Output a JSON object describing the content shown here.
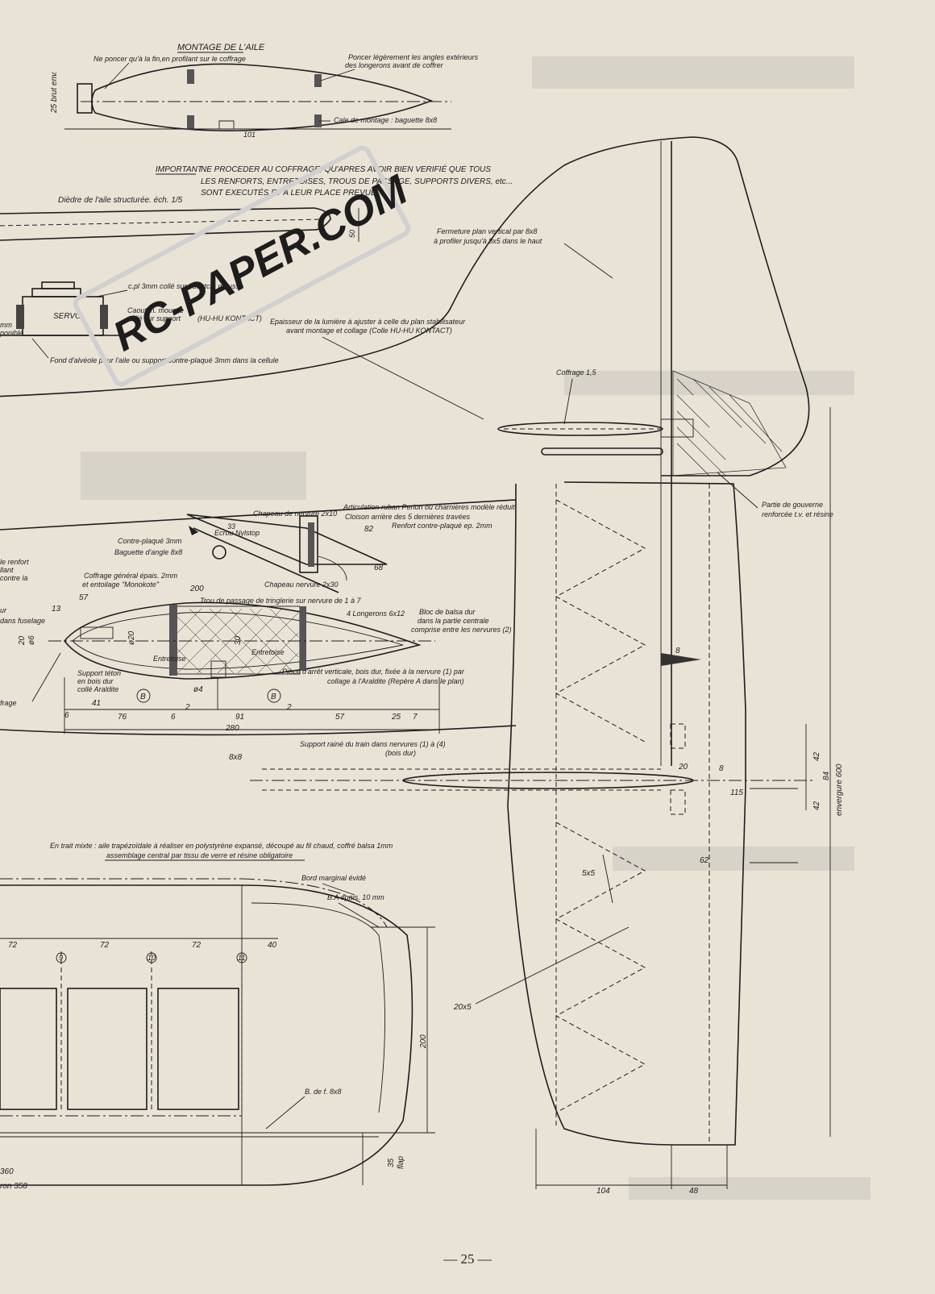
{
  "page_number": "— 25 —",
  "watermark": "RC-PAPER.COM",
  "wing_assembly": {
    "title": "MONTAGE DE L'AILE",
    "note_sanding": "Ne poncer qu'à la fin,en profilant sur le coffrage",
    "note_spar_edges": "Poncer légèrement les angles extérieurs",
    "note_spar_edges_2": "des longerons avant de coffrer",
    "dim_thickness": "25 brut env.",
    "dim_101": "101",
    "note_jig": "Cale de montage : baguette 8x8"
  },
  "important": {
    "label": "IMPORTANT",
    "line1": "NE PROCEDER AU COFFRAGE, QU'APRES AVOIR BIEN VERIFIÉ QUE TOUS",
    "line2": "LES RENFORTS, ENTRETOISES, TROUS DE PASSAGE, SUPPORTS DIVERS, etc...",
    "line3": "SONT EXECUTÉS ET A LEUR PLACE PREVUE"
  },
  "dihedral": {
    "label": "Dièdre de l'aile structurée. éch. 1/5",
    "dim": "50"
  },
  "servo_detail": {
    "plywood": "c.pl 3mm collé sur caoutch. mousse",
    "servo": "SERVO",
    "rubber": "Caoutch. mousse",
    "rubber_2": "collé sur support",
    "glue": "(HU-HU KONTACT)",
    "left_1": "mm",
    "left_2": "ponible",
    "bay": "Fond d'alvéole pour l'aile ou support contre-plaqué 3mm dans la cellule"
  },
  "fin_notes": {
    "closure": "Fermeture plan vertical par 8x8",
    "closure_2": "à profiler jusqu'à 8x5 dans le haut",
    "slot": "Epaisseur de la lumière à ajuster à celle du plan stabilisateur",
    "slot_2": "avant montage et collage (Colle HU-HU KONTACT)",
    "sheeting": "Coffrage 1,5",
    "control_surface": "Partie de gouverne",
    "control_surface_2": "renforcée t.v. et résine"
  },
  "rib_section": {
    "rib_cap": "Chapeau de nervure 2x10",
    "hinge": "Articulation ruban Perlon ou charnières modèle réduit",
    "rear_bulkhead": "Cloison arrière des 5 dernières travées",
    "ply_reinforce": "Renfort contre-plaqué ep. 2mm",
    "ply_3mm": "Contre-plaqué 3mm",
    "nylstop": "Ecrou Nylstop",
    "angle_strip": "Baguette d'angle 8x8",
    "sheeting": "Coffrage général épais. 2mm",
    "sheeting_2": "et entoilage \"Monokote\"",
    "rib_cap_2": "Chapeau nervure 2x30",
    "pushrod": "Trou de passage de tringlerie sur nervure de 1 à 7",
    "spars": "4 Longerons 6x12",
    "balsa_block": "Bloc de balsa dur",
    "balsa_block_2": "dans la partie centrale",
    "balsa_block_3": "comprise entre les nervures (2)",
    "spacer_1": "Entretoise",
    "spacer_2": "Entretoise",
    "dowel": "Support téton",
    "dowel_2": "en bois dur",
    "dowel_3": "collé Araldite",
    "stop": "Pièce d'arrêt verticale, bois dur, fixée à la nervure (1) par",
    "stop_2": "collage à l'Araldite (Repère A dans le plan)",
    "gear": "Support rainé du train dans nervures (1) à (4)",
    "gear_2": "(bois dur)",
    "left_a": "le renfort",
    "left_b": "llant",
    "left_c": "contre la",
    "left_d": "ur",
    "left_e": "dans fuselage",
    "left_f": "frage",
    "dims": {
      "d57a": "57",
      "d13": "13",
      "d20": "20",
      "dphi6": "ø6",
      "dphi20": "ø20",
      "d82": "82",
      "d68": "68",
      "d200": "200",
      "d30": "30",
      "dphi4": "ø4",
      "d6a": "6",
      "d41": "41",
      "d76": "76",
      "d6b": "6",
      "d2a": "2",
      "d91": "91",
      "d2b": "2",
      "d57b": "57",
      "d25": "25",
      "d7": "7",
      "d280": "280",
      "dB1": "B",
      "dB2": "B",
      "d8x8": "8x8",
      "d33": "33"
    }
  },
  "wing_plan": {
    "note": "En trait mixte : aile trapézoïdale à réaliser en polystyrène expansé, découpé au fil chaud, coffré balsa 1mm",
    "note_2": "assemblage central par tissu de verre et résine obligatoire",
    "wingtip": "Bord marginal évidé",
    "leading_edge": "B.A épais. 10 mm",
    "trailing_edge": "B. de f. 8x8",
    "d72a": "72",
    "d72b": "72",
    "d72c": "72",
    "d40": "40",
    "rib9": "9",
    "rib10": "10",
    "rib11": "11",
    "d200": "200",
    "d35": "35",
    "flap": "flap",
    "span_1": "360",
    "span_2": "ron 358"
  },
  "tail_plan": {
    "d8a": "8",
    "d20": "20",
    "d8b": "8",
    "d115": "115",
    "d42a": "42",
    "d42b": "42",
    "d84": "84",
    "span": "envergure 600",
    "d62": "62",
    "d5x5": "5x5",
    "d20x5": "20x5",
    "d104": "104",
    "d48": "48"
  }
}
